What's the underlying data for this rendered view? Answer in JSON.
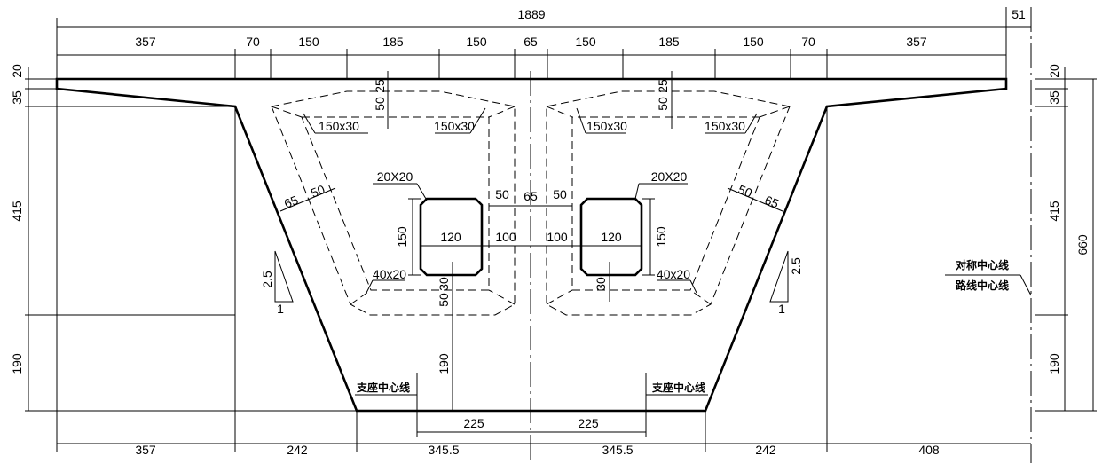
{
  "top_dims": {
    "overall": "1889",
    "right_offset": "51",
    "segments": [
      "357",
      "70",
      "150",
      "185",
      "150",
      "65",
      "150",
      "185",
      "150",
      "70",
      "357"
    ]
  },
  "bottom_dims": {
    "segments": [
      "357",
      "242",
      "345.5",
      "345.5",
      "242",
      "408"
    ],
    "bearing_spacing": [
      "225",
      "225"
    ]
  },
  "left_dims": [
    "20",
    "35",
    "415",
    "190"
  ],
  "right_dims": [
    "20",
    "35",
    "415",
    "190"
  ],
  "total_height": "660",
  "void_dims": {
    "haunch_top": [
      "150x30",
      "150x30",
      "150x30",
      "150x30"
    ],
    "haunch_bottom": [
      "40x20",
      "40x20"
    ],
    "hole_chamfer": [
      "20X20",
      "20X20"
    ],
    "hole_width": [
      "120",
      "120"
    ],
    "hole_height": [
      "150",
      "150"
    ],
    "hole_gap": [
      "100",
      "100"
    ],
    "center_web": [
      "50",
      "65",
      "50"
    ],
    "top_slab": [
      "25",
      "50",
      "25",
      "50"
    ],
    "bottom_slab": [
      "50",
      "30",
      "30"
    ],
    "web": [
      "65",
      "50",
      "50",
      "65"
    ],
    "bottom_height": "190"
  },
  "slope": {
    "rise": "2.5",
    "run": "1"
  },
  "labels": {
    "bearing_centerline": "支座中心线",
    "symmetry_centerline": "对称中心线",
    "route_centerline": "路线中心线"
  }
}
